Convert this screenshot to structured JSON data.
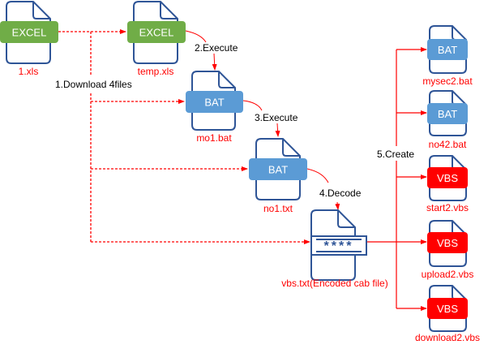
{
  "colors": {
    "excel": "#70AD47",
    "bat": "#5B9BD5",
    "vbs": "#FF0000",
    "doc_outline": "#2F5597",
    "arrow": "#FF0000",
    "file_label": "#FF0000",
    "step_label": "#000000"
  },
  "files": {
    "xls1": {
      "name": "1.xls",
      "badge": "EXCEL",
      "icon": "document-icon"
    },
    "temp": {
      "name": "temp.xls",
      "badge": "EXCEL",
      "icon": "document-icon"
    },
    "mo1": {
      "name": "mo1.bat",
      "badge": "BAT",
      "icon": "document-icon"
    },
    "no1": {
      "name": "no1.txt",
      "badge": "BAT",
      "icon": "document-icon"
    },
    "vbs": {
      "name": "vbs.txt(Encoded  cab  file)",
      "badge": "****",
      "icon": "encoded-document-icon"
    },
    "mysec2": {
      "name": "mysec2.bat",
      "badge": "BAT",
      "icon": "document-icon"
    },
    "no42": {
      "name": "no42.bat",
      "badge": "BAT",
      "icon": "document-icon"
    },
    "start2": {
      "name": "start2.vbs",
      "badge": "VBS",
      "icon": "document-icon"
    },
    "upload2": {
      "name": "upload2.vbs",
      "badge": "VBS",
      "icon": "document-icon"
    },
    "download2": {
      "name": "download2.vbs",
      "badge": "VBS",
      "icon": "document-icon"
    }
  },
  "steps": {
    "download": "1.Download  4files",
    "execute1": "2.Execute",
    "execute2": "3.Execute",
    "decode": "4.Decode",
    "create": "5.Create"
  }
}
